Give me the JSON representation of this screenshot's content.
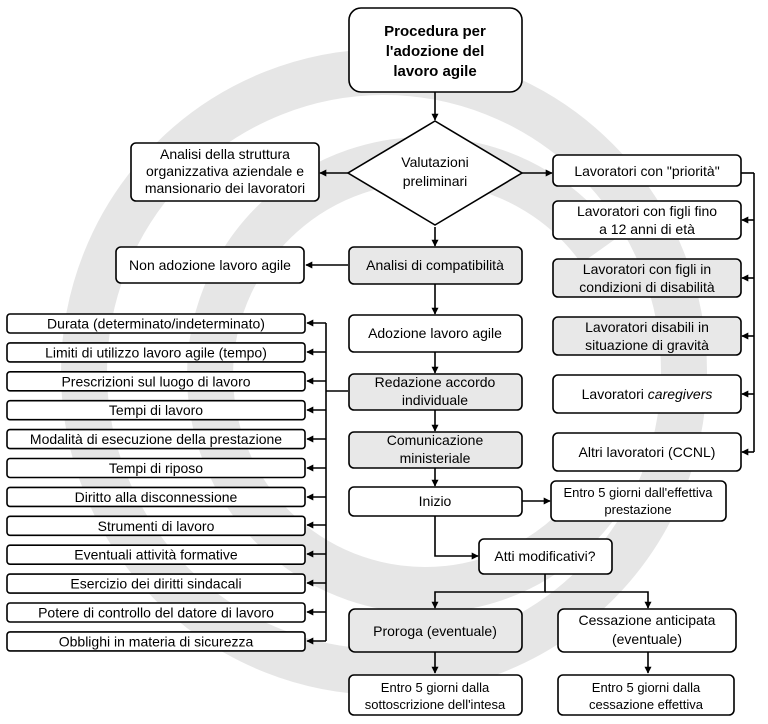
{
  "colors": {
    "line": "#000000",
    "box_fill": "#ffffff",
    "gray_fill": "#e8e8e8",
    "watermark": "#e6e6e6"
  },
  "icons": {
    "watermark": "copyright-watermark-icon"
  },
  "main": {
    "title": [
      "Procedura per",
      "l'adozione del",
      "lavoro agile"
    ],
    "valutazioni": [
      "Valutazioni",
      "preliminari"
    ],
    "analisi_struttura": [
      "Analisi della struttura",
      "organizzativa aziendale e",
      "mansionario dei lavoratori"
    ],
    "compatibilita": "Analisi di compatibilità",
    "non_adozione": "Non adozione lavoro agile",
    "adozione": "Adozione lavoro agile",
    "redazione": [
      "Redazione accordo",
      "individuale"
    ],
    "comunicazione": [
      "Comunicazione",
      "ministeriale"
    ],
    "inizio": "Inizio",
    "entro_inizio": [
      "Entro 5 giorni dall'effettiva",
      "prestazione"
    ],
    "atti": "Atti modificativi?",
    "proroga": "Proroga (eventuale)",
    "cessazione": [
      "Cessazione anticipata",
      "(eventuale)"
    ],
    "entro_proroga": [
      "Entro 5 giorni dalla",
      "sottoscrizione dell'intesa"
    ],
    "entro_cessazione": [
      "Entro 5 giorni dalla",
      "cessazione effettiva"
    ]
  },
  "priority": {
    "header": "Lavoratori con \"priorità\"",
    "figli_12": [
      "Lavoratori con figli fino",
      "a 12 anni di età"
    ],
    "figli_disabilita": [
      "Lavoratori con figli in",
      "condizioni di disabilità"
    ],
    "disabili": [
      "Lavoratori disabili in",
      "situazione di gravità"
    ],
    "caregivers_prefix": "Lavoratori ",
    "caregivers_italic": "caregivers",
    "altri": "Altri lavoratori (CCNL)"
  },
  "accordo_items": [
    "Durata (determinato/indeterminato)",
    "Limiti di utilizzo lavoro agile (tempo)",
    "Prescrizioni sul luogo di lavoro",
    "Tempi di lavoro",
    "Modalità di esecuzione della prestazione",
    "Tempi di riposo",
    "Diritto alla disconnessione",
    "Strumenti di lavoro",
    "Eventuali attività formative",
    "Esercizio dei diritti sindacali",
    "Potere di controllo del datore di lavoro",
    "Obblighi in materia di sicurezza"
  ]
}
